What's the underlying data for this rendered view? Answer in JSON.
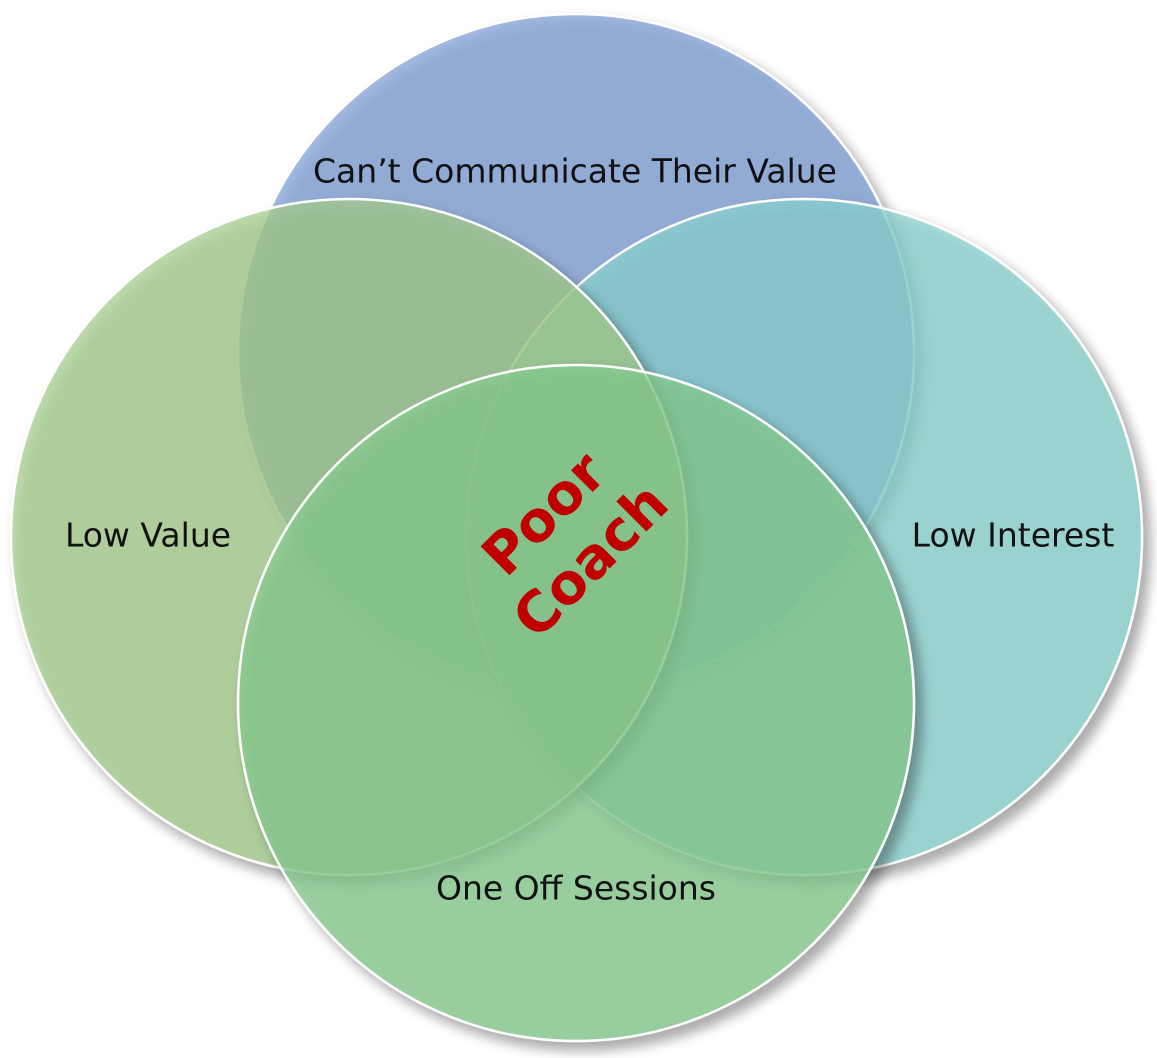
{
  "diagram": {
    "type": "venn",
    "circles": [
      {
        "id": "top",
        "label": "Can’t Communicate Their Value",
        "color": "#7f9fd5"
      },
      {
        "id": "left",
        "label": "Low Value",
        "color": "#a4cc8c"
      },
      {
        "id": "right",
        "label": "Low Interest",
        "color": "#8ad3d0"
      },
      {
        "id": "bottom",
        "label": "One Off Sessions",
        "color": "#88cc90"
      }
    ],
    "center": {
      "lines": [
        "Poor",
        "Coach"
      ],
      "color": "#c00000"
    }
  }
}
